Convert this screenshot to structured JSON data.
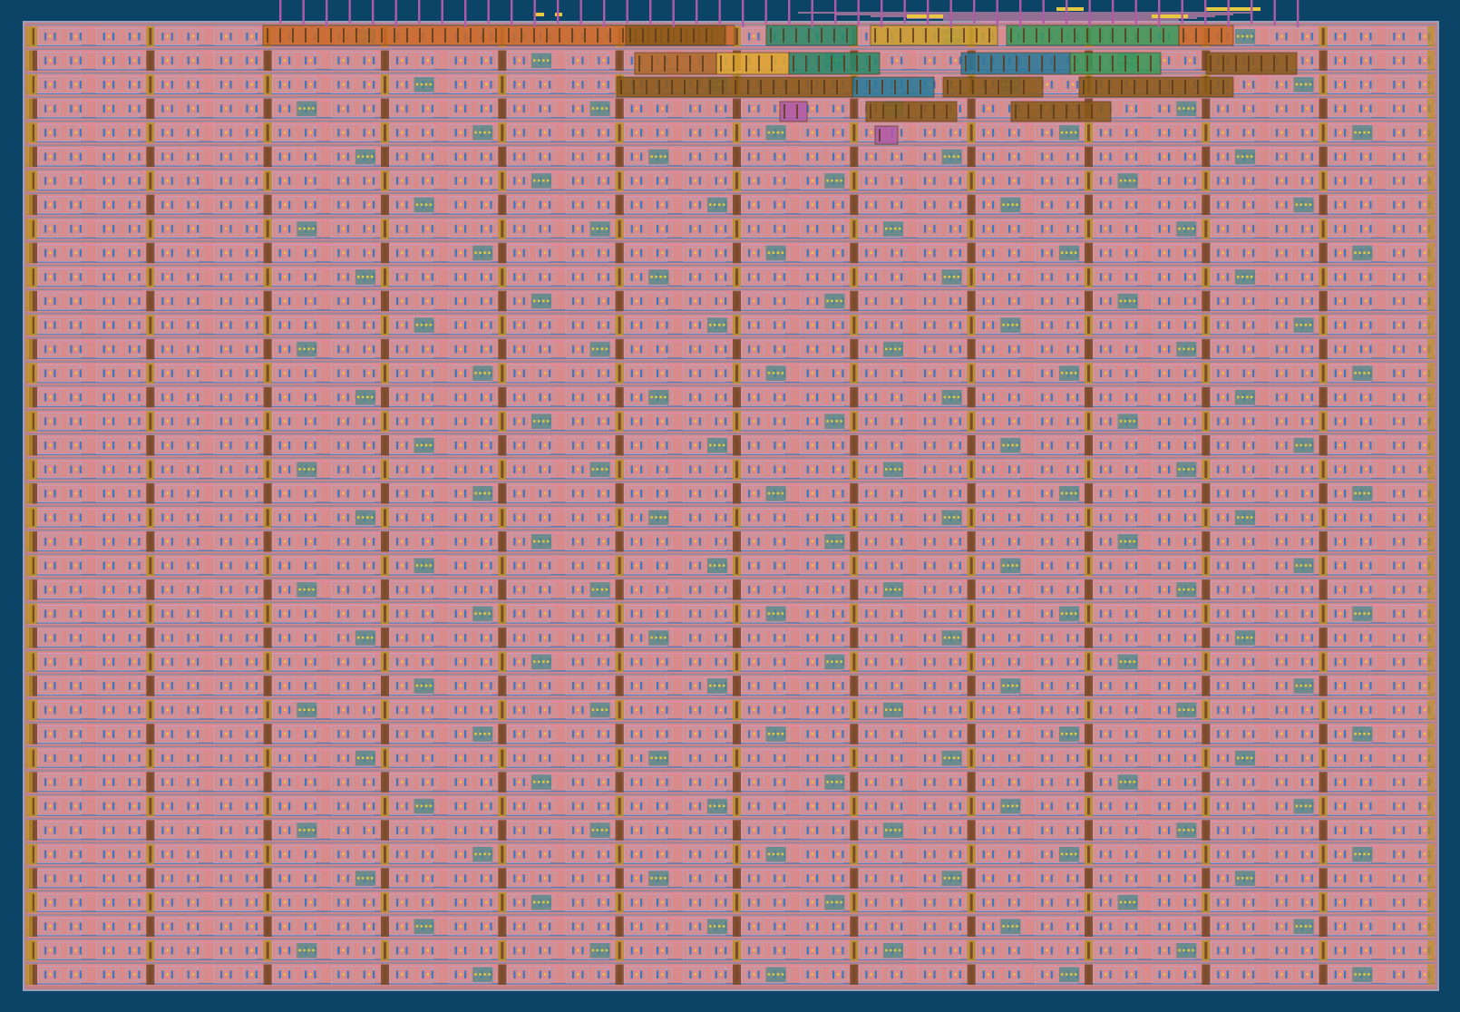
{
  "colors": {
    "background": "#0b4466",
    "die": "#c47a80",
    "cell_fill": "#d98a8a",
    "cell_border": "#b7a7c9",
    "metal_blue": "#3a78c2",
    "metal_pink": "#e28ab0",
    "poly_orange": "#e58b3a",
    "tap_gold": "#b8902a",
    "tap_brown": "#7a4a2a",
    "via_yellow": "#e8c840",
    "dense_teal": "#4a8a8a",
    "dense_green": "#3a9a4a",
    "pin_magenta": "#b05aa8",
    "rail_slate": "#8a8aa6"
  },
  "layout": {
    "rows": 40,
    "columns": 24,
    "top_pins": 45,
    "tap_columns": [
      2,
      4,
      6,
      8,
      10,
      12,
      14,
      16,
      18,
      20,
      22
    ],
    "logic_block_rows": 5
  }
}
